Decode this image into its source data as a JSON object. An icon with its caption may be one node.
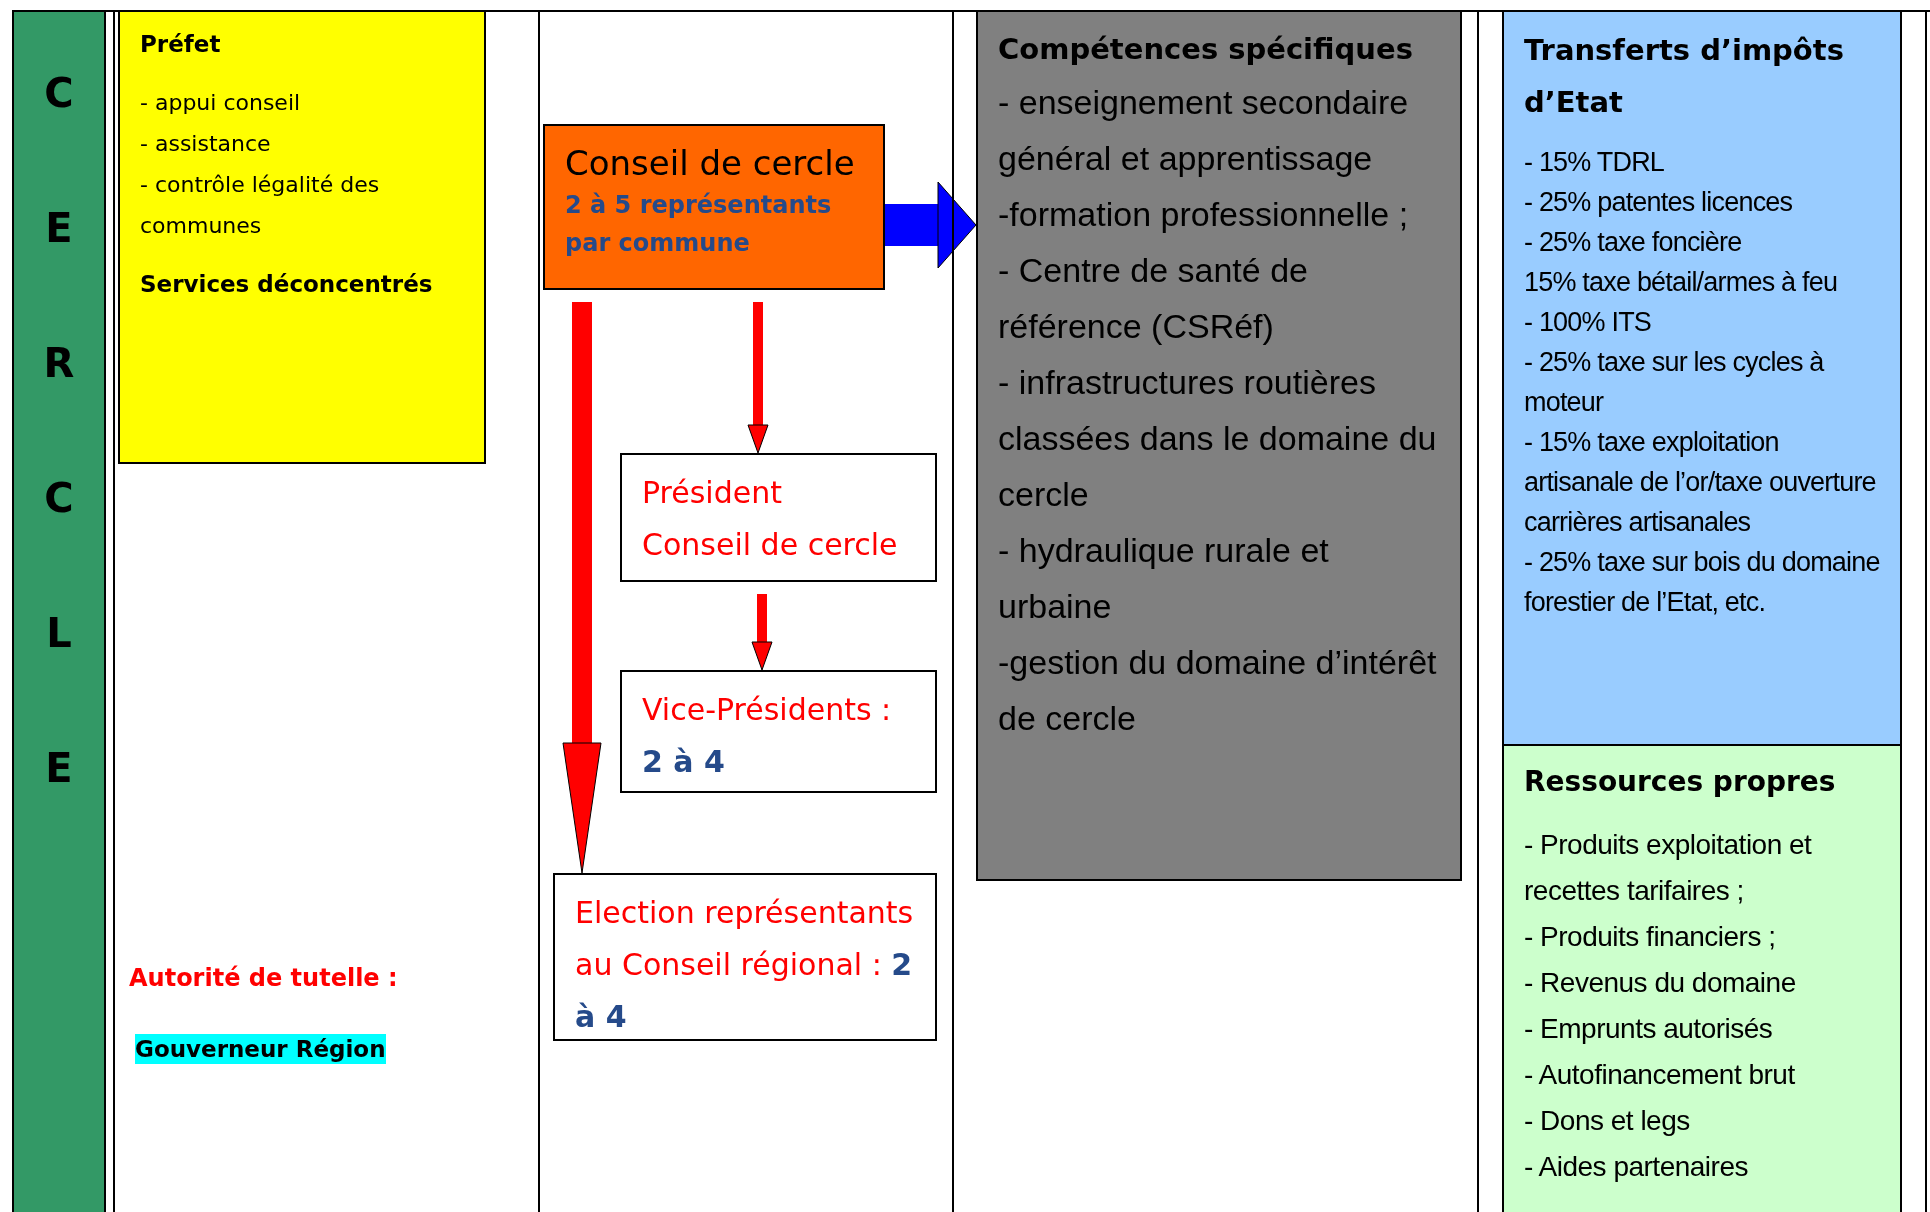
{
  "diagram": {
    "nodes": [
      {
        "text": [
          "C E R C L E"
        ]
      },
      {
        "text": [
          "Préfet",
          "- appui conseil",
          "- assistance",
          "- contrôle légalité des communes",
          "Services déconcentrés"
        ]
      },
      {
        "text": [
          "Conseil de cercle",
          "2 à 5 représentants par commune"
        ]
      },
      {
        "text": [
          "Président",
          "Conseil de cercle"
        ]
      },
      {
        "text": [
          "Vice-Présidents :",
          "2 à 4"
        ]
      },
      {
        "text": [
          "Election représentants au Conseil régional : **2 à 4**"
        ]
      },
      {
        "text": [
          "Compétences spécifiques",
          "- enseignement secondaire général et apprentissage",
          "-formation professionnelle ;",
          "- Centre de santé de référence (CSRéf)",
          "- infrastructures routières classées dans le domaine du cercle",
          "- hydraulique rurale et urbaine",
          "-gestion du domaine d’intérêt de cercle"
        ]
      },
      {
        "text": [
          "Transferts d’impôts d’Etat",
          "- 15% TDRL",
          "- 25% patentes licences",
          "- 25% taxe foncière",
          "15% taxe bétail/armes à feu",
          "- 100% ITS",
          "- 25% taxe sur les cycles à moteur",
          "- 15% taxe exploitation artisanale de l’or/taxe ouverture carrières artisanales",
          "- 25% taxe sur bois du domaine forestier de l’Etat, etc."
        ]
      },
      {
        "text": [
          "Ressources propres",
          "- Produits exploitation et recettes tarifaires ;",
          "- Produits financiers ;",
          "- Revenus du domaine",
          "- Emprunts autorisés",
          "- Autofinancement brut",
          "- Dons et legs",
          "- Aides partenaires"
        ]
      }
    ],
    "edges": [
      {
        "from": 2,
        "to": 6,
        "arrow": "to",
        "style": "thick",
        "color": "#0000ff"
      },
      {
        "from": 2,
        "to": 5,
        "arrow": "to",
        "style": "thick"
      },
      {
        "from": 2,
        "to": 3,
        "arrow": "to"
      },
      {
        "from": 3,
        "to": 4,
        "arrow": "to"
      }
    ],
    "labels": [
      "Autorité de tutelle :",
      "Gouverneur Région"
    ]
  }
}
